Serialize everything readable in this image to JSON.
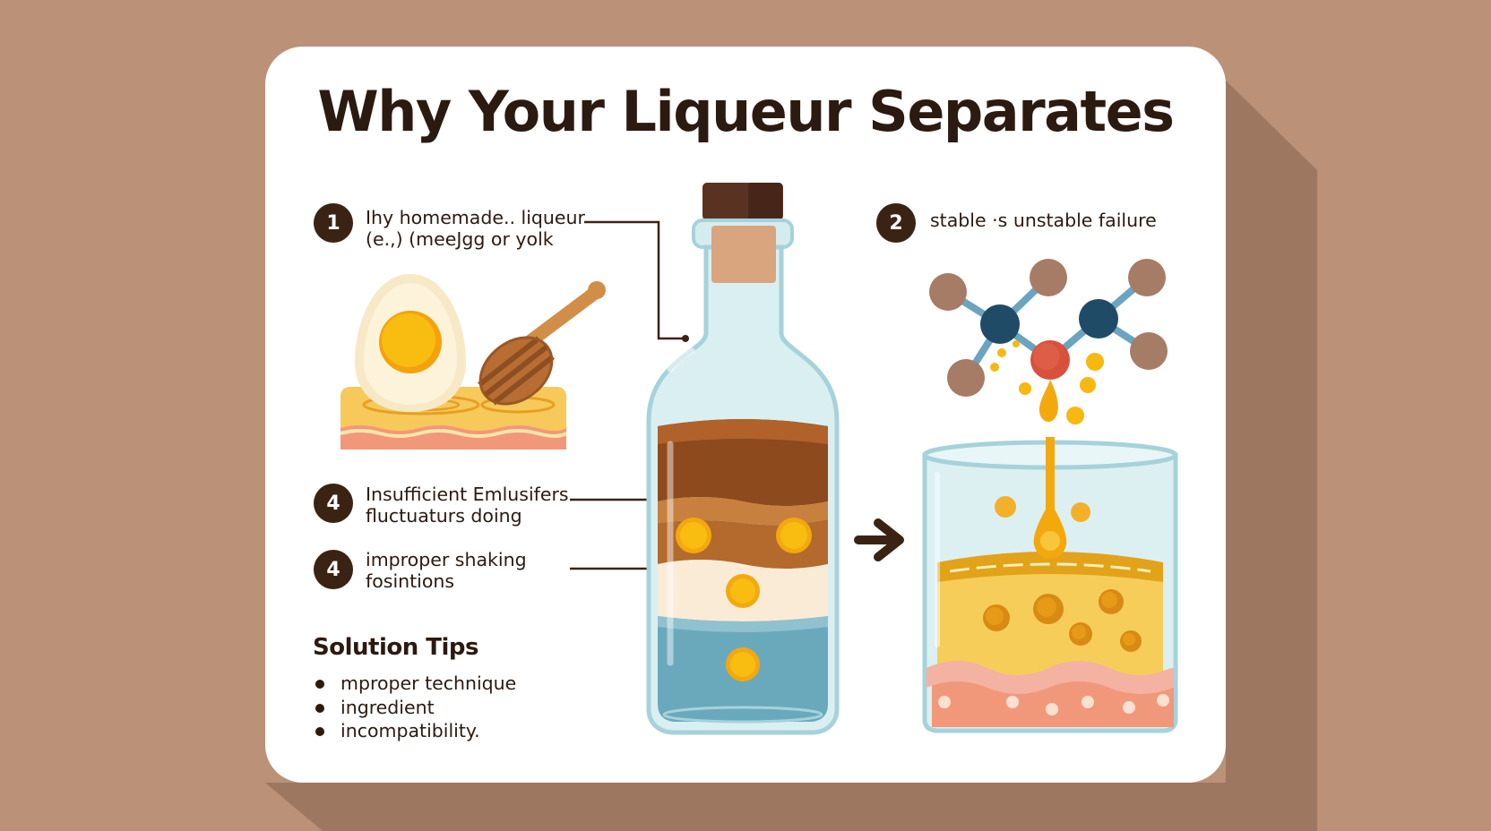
{
  "title": "Why Your Liqueur Separates",
  "steps": [
    {
      "badge": "1",
      "line1": "Ihy homemade.. liqueur",
      "line2": "(e.,) (meeJgg or yolk"
    },
    {
      "badge": "2",
      "line1": "stable ·s unstable  failure"
    },
    {
      "badge": "4",
      "line1": "Insufficient Emlusifers",
      "line2": "fluctuaturs doing"
    },
    {
      "badge": "4",
      "line1": "improper shaking",
      "line2": "fosintions"
    }
  ],
  "solution": {
    "title": "Solution Tips",
    "items": [
      "mproper technique",
      "ingredient",
      "incompatibility."
    ]
  },
  "colors": {
    "background": "#bb9177",
    "card": "#ffffff",
    "text": "#2b1a10",
    "badge": "#3b2313",
    "yolk": "#f7b80f",
    "liqueur_brown": "#8d4a1c",
    "bottle_glass": "#d6ecef",
    "water": "#69a8ba"
  },
  "icons": [
    "egg-icon",
    "honey-dipper-icon",
    "molecule-icon",
    "arrow-right-icon"
  ]
}
